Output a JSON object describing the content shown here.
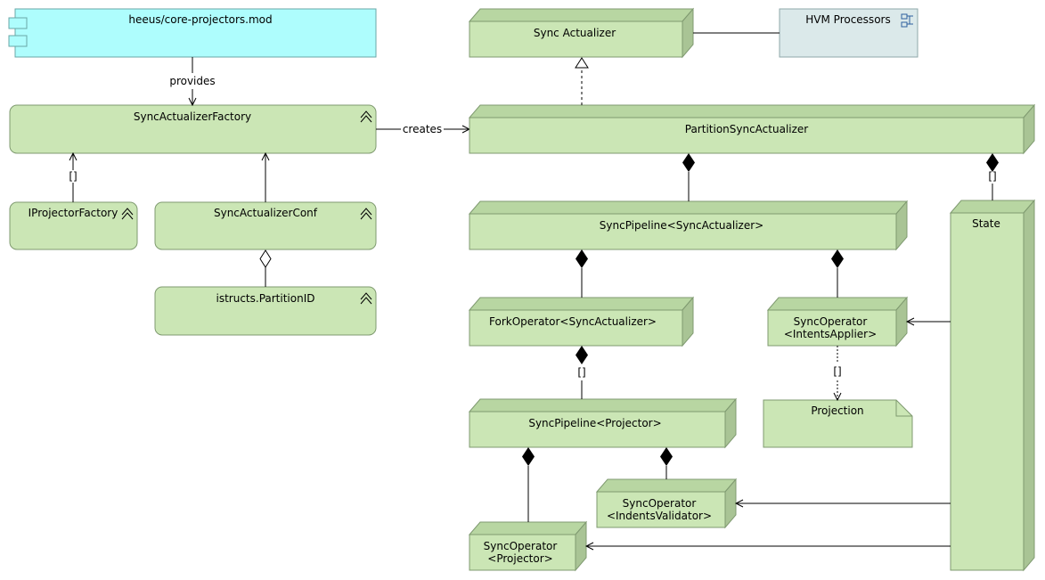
{
  "nodes": {
    "module": "heeus/core-projectors.mod",
    "sync_actualizer": "Sync Actualizer",
    "hvm_processors": "HVM Processors",
    "factory": "SyncActualizerFactory",
    "partition_sync_actualizer": "PartitionSyncActualizer",
    "iprojector_factory": "IProjectorFactory",
    "conf": "SyncActualizerConf",
    "partition_id": "istructs.PartitionID",
    "pipeline_actualizer": "SyncPipeline<SyncActualizer>",
    "state": "State",
    "fork_operator": "ForkOperator<SyncActualizer>",
    "intents_applier_1": "SyncOperator",
    "intents_applier_2": "<IntentsApplier>",
    "projection": "Projection",
    "pipeline_projector": "SyncPipeline<Projector>",
    "intents_validator_1": "SyncOperator",
    "intents_validator_2": "<IndentsValidator>",
    "op_projector_1": "SyncOperator",
    "op_projector_2": "<Projector>"
  },
  "edges": {
    "provides": "provides",
    "creates": "creates",
    "multiplicity": "[]"
  },
  "colors": {
    "node_fill": "#cbe6b5",
    "node_border": "#7f9a70",
    "module_fill": "#aefdfd",
    "processors_fill": "#dbe9ea"
  }
}
